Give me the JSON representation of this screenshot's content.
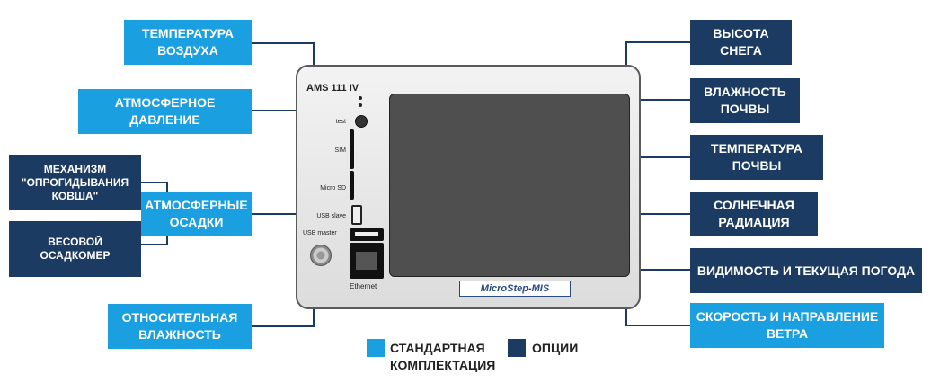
{
  "standard_labels": {
    "air_temperature": "ТЕМПЕРАТУРА\nВОЗДУХА",
    "atmospheric_pressure": "АТМОСФЕРНОЕ\nДАВЛЕНИЕ",
    "precipitation": "АТМОСФЕРНЫЕ\nОСАДКИ",
    "relative_humidity": "ОТНОСИТЕЛЬНАЯ\nВЛАЖНОСТЬ",
    "wind": "СКОРОСТЬ И НАПРАВЛЕНИЕ\nВЕТРА"
  },
  "option_labels": {
    "tipping_bucket": "МЕХАНИЗМ\n\"ОПРОГИДЫВАНИЯ\nКОВША\"",
    "weighing_gauge": "ВЕСОВОЙ\nОСАДКОМЕР",
    "snow_height": "ВЫСОТА\nСНЕГА",
    "soil_moisture": "ВЛАЖНОСТЬ\nПОЧВЫ",
    "soil_temperature": "ТЕМПЕРАТУРА\nПОЧВЫ",
    "solar_radiation": "СОЛНЕЧНАЯ\nРАДИАЦИЯ",
    "visibility_weather": "ВИДИМОСТЬ И ТЕКУЩАЯ ПОГОДА"
  },
  "device": {
    "model": "AMS 111 IV",
    "test": "test",
    "sim": "SIM",
    "micro_sd": "Micro SD",
    "usb_slave": "USB slave",
    "usb_master": "USB master",
    "ethernet": "Ethernet",
    "logo": "MicroStep-MIS"
  },
  "legend": {
    "standard": "СТАНДАРТНАЯ\nКОМПЛЕКТАЦИЯ",
    "options": "ОПЦИИ"
  },
  "colors": {
    "standard": "#1a9fe0",
    "options": "#1c3b62",
    "connector": "#1c3b62"
  }
}
